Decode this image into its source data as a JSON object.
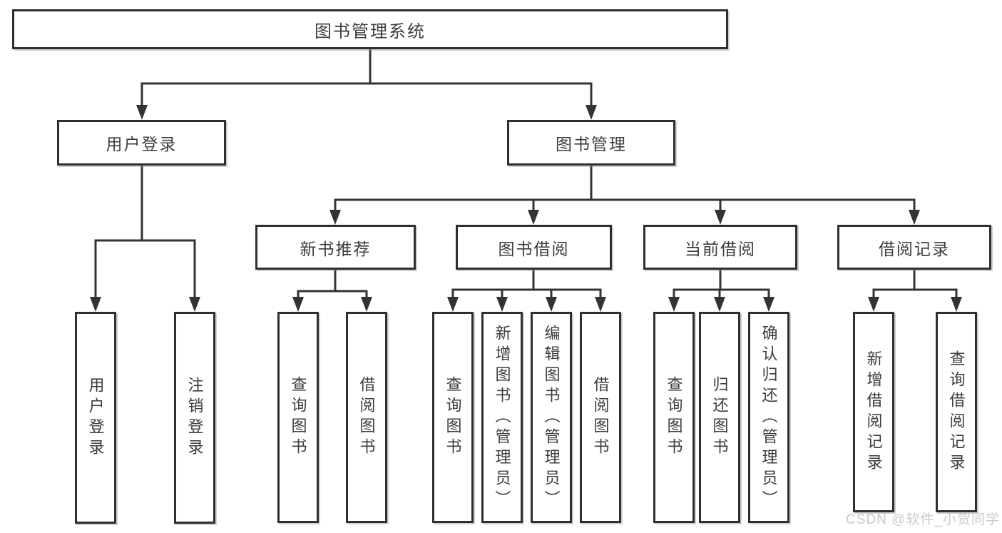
{
  "tree": {
    "label": "图书管理系统",
    "children": [
      {
        "label": "用户登录",
        "children": [
          {
            "label": "用户登录"
          },
          {
            "label": "注销登录"
          }
        ]
      },
      {
        "label": "图书管理",
        "children": [
          {
            "label": "新书推荐",
            "children": [
              {
                "label": "查询图书"
              },
              {
                "label": "借阅图书"
              }
            ]
          },
          {
            "label": "图书借阅",
            "children": [
              {
                "label": "查询图书"
              },
              {
                "label": "新增图书（管理员）"
              },
              {
                "label": "编辑图书（管理员）"
              },
              {
                "label": "借阅图书"
              }
            ]
          },
          {
            "label": "当前借阅",
            "children": [
              {
                "label": "查询图书"
              },
              {
                "label": "归还图书"
              },
              {
                "label": "确认归还（管理员）"
              }
            ]
          },
          {
            "label": "借阅记录",
            "children": [
              {
                "label": "新增借阅记录"
              },
              {
                "label": "查询借阅记录"
              }
            ]
          }
        ]
      }
    ]
  },
  "watermark": "CSDN @软件_小贺同学",
  "colors": {
    "line": "#333333",
    "box_border": "#2f2f2f",
    "text": "#3d3d3d",
    "watermark": "#c6c9ce",
    "background": "#ffffff"
  }
}
